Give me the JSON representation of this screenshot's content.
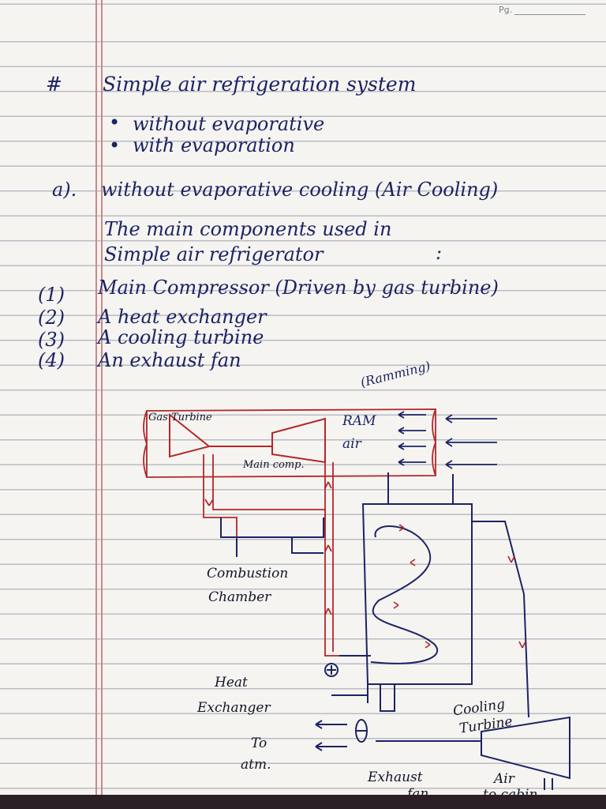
{
  "page": {
    "page_label": "Pg.",
    "heading_mark": "#",
    "title": "Simple air refrigeration system",
    "bullets": [
      "without evaporative",
      "with evaporation"
    ],
    "section_label": "a).",
    "section_title": "without evaporative cooling (Air Cooling)",
    "intro_line1": "The main components used in",
    "intro_line2": "Simple air refrigerator",
    "intro_mark": ":",
    "components": [
      {
        "num": "(1)",
        "text": "Main Compressor (Driven by gas turbine)"
      },
      {
        "num": "(2)",
        "text": "A heat exchanger"
      },
      {
        "num": "(3)",
        "text": "A cooling turbine"
      },
      {
        "num": "(4)",
        "text": "An exhaust fan"
      }
    ]
  },
  "diagram": {
    "ramming": "(Ramming)",
    "gas_turbine": "Gas Turbine",
    "ram": "RAM",
    "air": "air",
    "main_comp": "Main comp.",
    "combustion_line1": "Combustion",
    "combustion_line2": "Chamber",
    "heat_line1": "Heat",
    "heat_line2": "Exchanger",
    "to_line1": "To",
    "to_line2": "atm.",
    "exhaust_line1": "Exhaust",
    "exhaust_line2": "fan",
    "cooling_line1": "Cooling",
    "cooling_line2": "Turbine",
    "air_cabin_line1": "Air",
    "air_cabin_line2": "to cabin"
  },
  "colors": {
    "ink": "#1c2366",
    "red_ink": "#b3262b",
    "margin": "#c98a8a"
  }
}
